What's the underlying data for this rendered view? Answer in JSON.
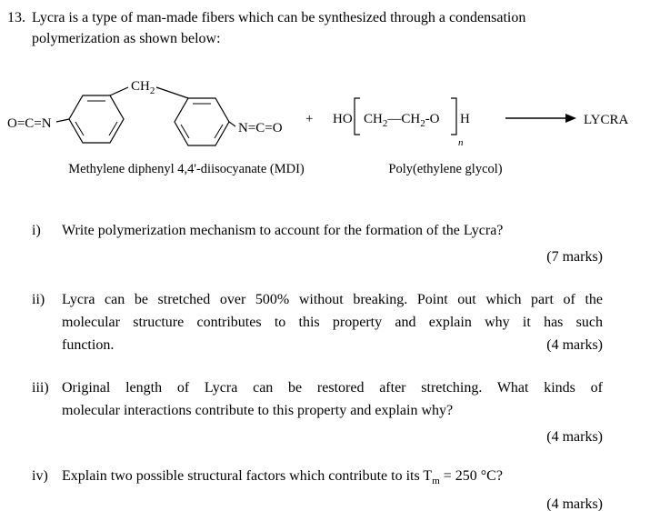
{
  "question": {
    "number": "13.",
    "intro_lines": [
      "Lycra is a type of man-made fibers which can be synthesized through a condensation",
      "polymerization as shown below:"
    ]
  },
  "reaction": {
    "mdi": {
      "left_group": "O=C=N",
      "ch2": "CH",
      "ch2_sub": "2",
      "right_group": "N=C=O",
      "label": "Methylene diphenyl 4,4'-diisocyanate (MDI)"
    },
    "plus": "+",
    "peg": {
      "ho": "HO",
      "p1": "CH",
      "s1": "2",
      "p2": "—CH",
      "s2": "2",
      "p3": "-O",
      "h": "H",
      "n": "n",
      "label": "Poly(ethylene glycol)"
    },
    "product": "LYCRA"
  },
  "parts": [
    {
      "num": "i)",
      "lines": [
        "Write polymerization mechanism to account for the formation of the Lycra?"
      ],
      "marks": "(7 marks)"
    },
    {
      "num": "ii)",
      "lines": [
        "Lycra can be stretched over 500% without breaking. Point out which part of the",
        "molecular structure contributes to this property and explain why it has such",
        "function."
      ],
      "marks": "(4 marks)"
    },
    {
      "num": "iii)",
      "lines": [
        "Original length of Lycra can be restored after stretching. What kinds of",
        "molecular interactions contribute to this property and explain why?"
      ],
      "marks": "(4 marks)"
    },
    {
      "num": "iv)",
      "line_pre": "Explain two possible structural factors which contribute to its T",
      "line_sub": "m",
      "line_post": " = 250 °C?",
      "marks": "(4 marks)"
    }
  ]
}
